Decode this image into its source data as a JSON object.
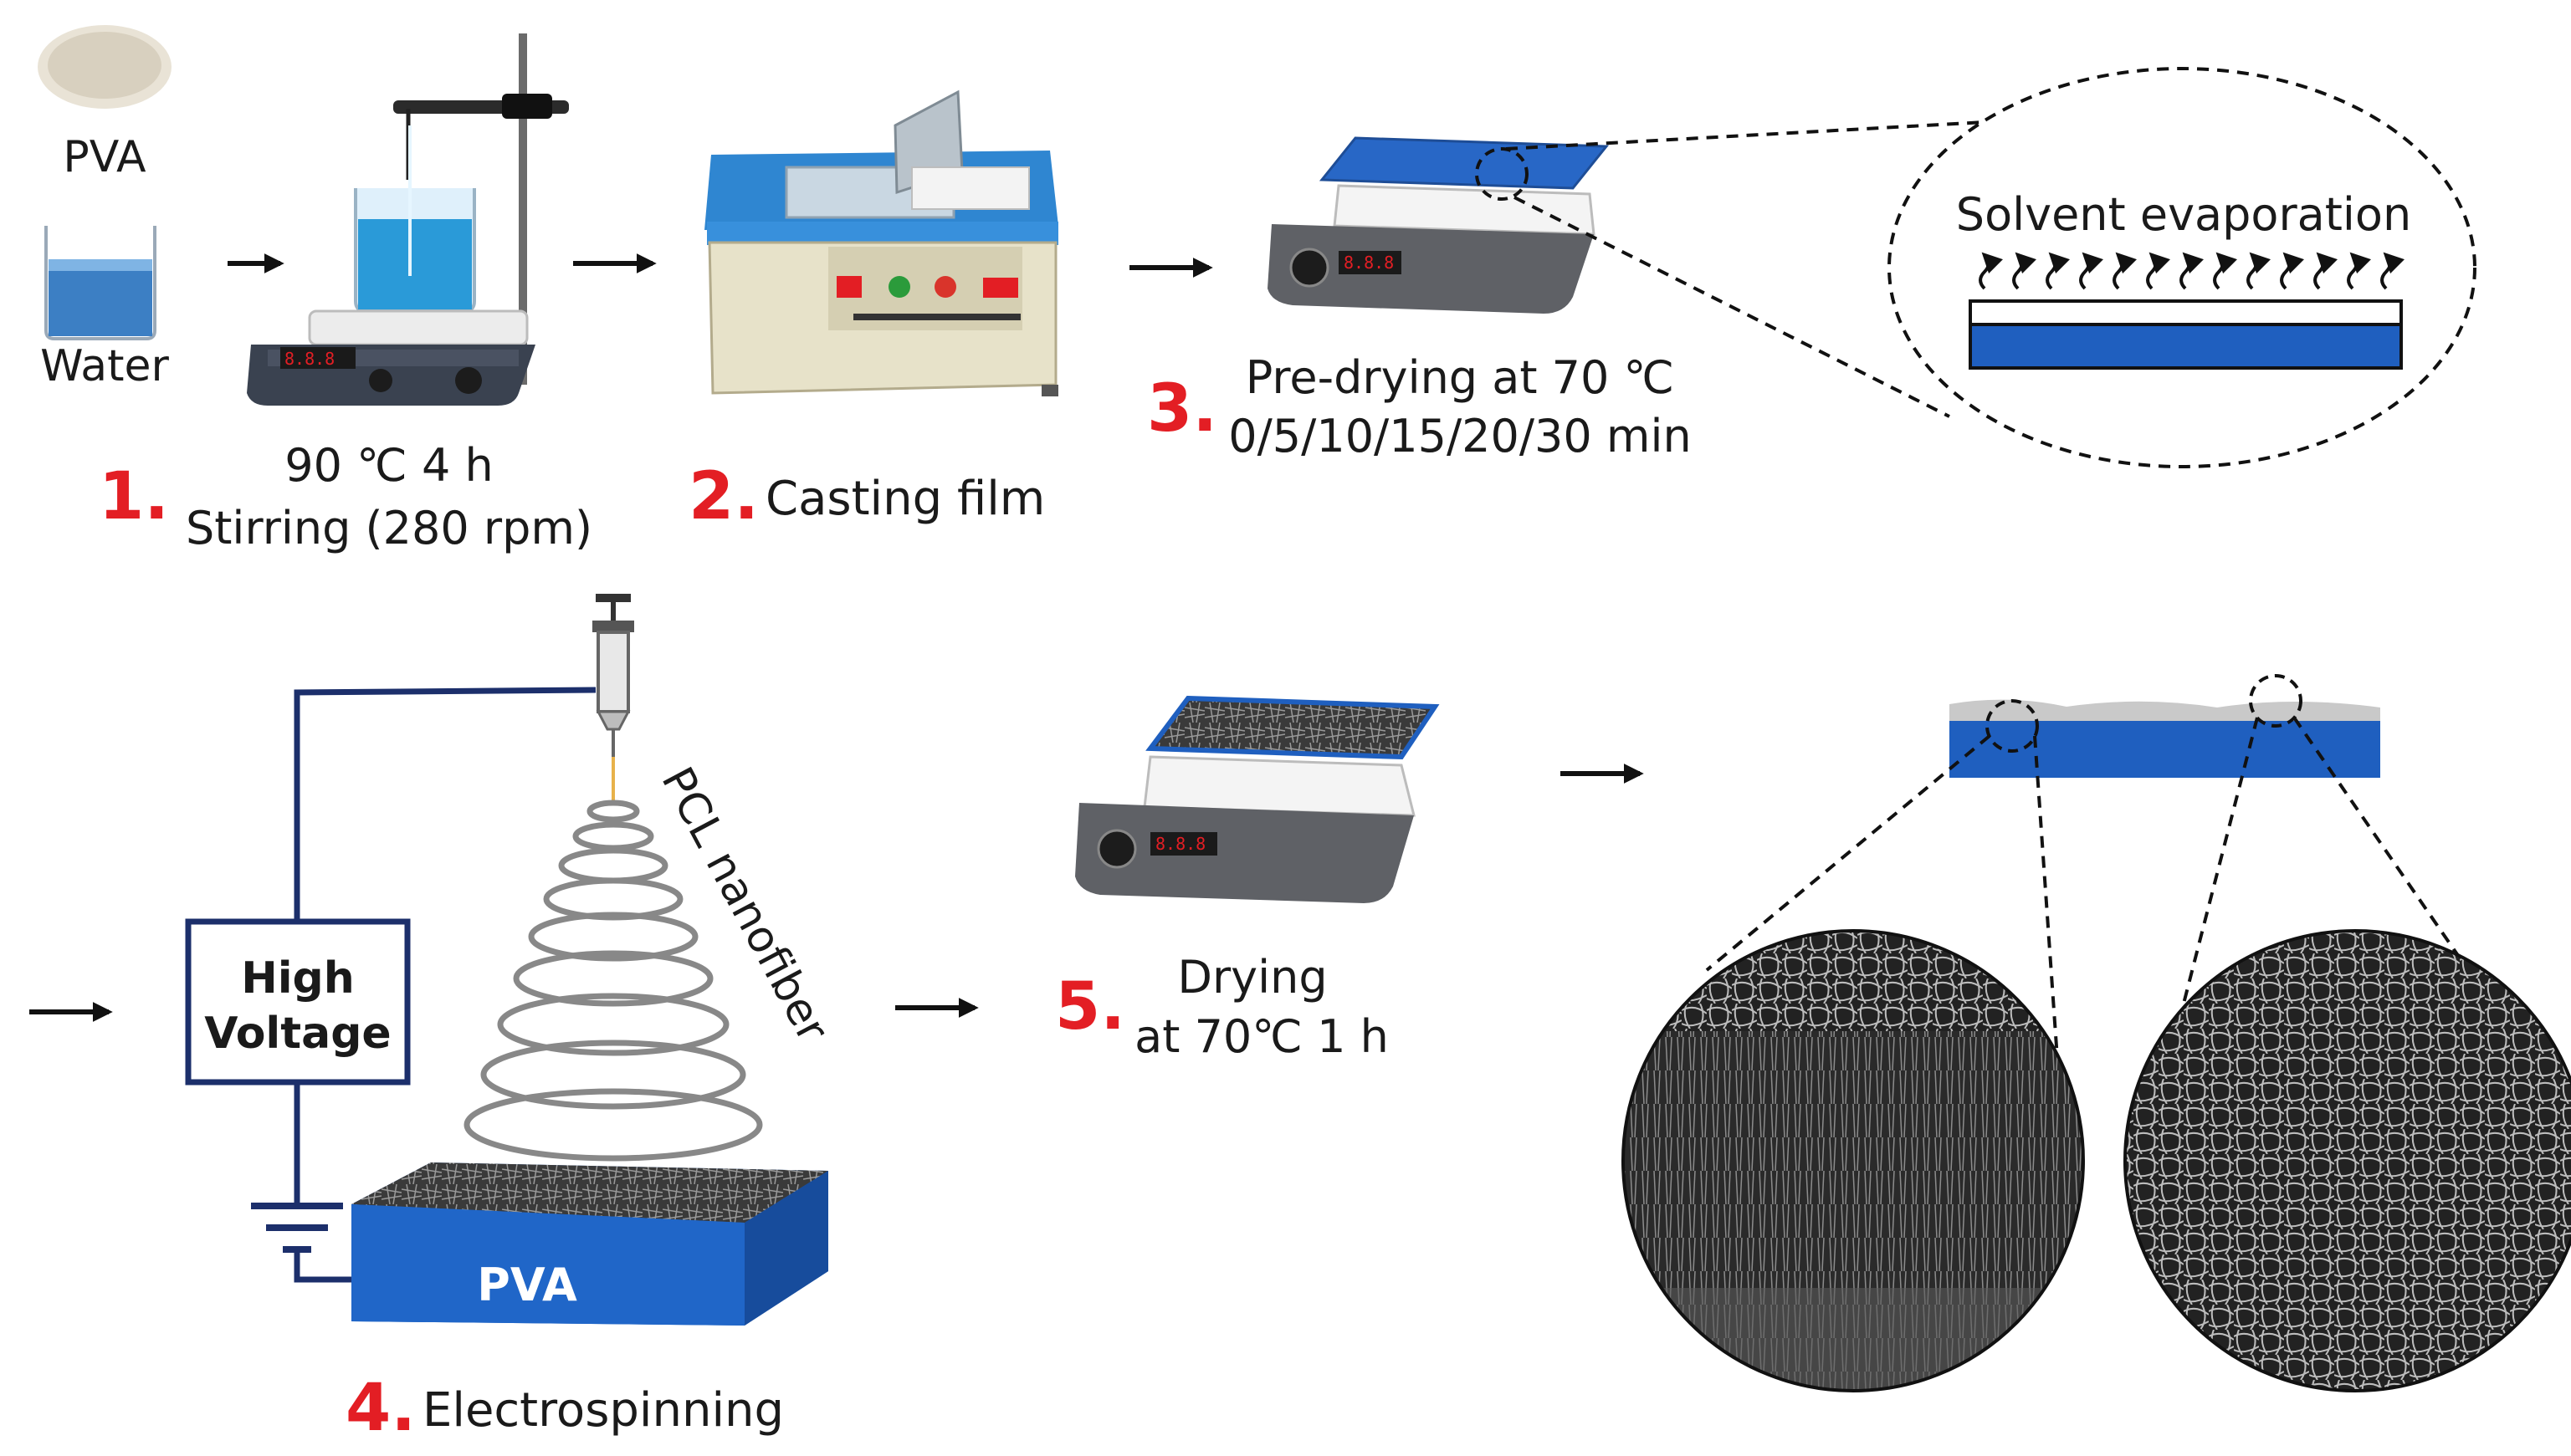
{
  "materials": {
    "pva": "PVA",
    "water": "Water"
  },
  "step1": {
    "number": "1.",
    "line1": "90 ℃ 4 h",
    "line2": "Stirring (280 rpm)"
  },
  "step2": {
    "number": "2.",
    "label": "Casting film"
  },
  "step3": {
    "number": "3.",
    "line1": "Pre-drying at 70 ℃",
    "line2": "0/5/10/15/20/30 min"
  },
  "zoom": {
    "label": "Solvent evaporation"
  },
  "step4": {
    "number": "4.",
    "label": "Electrospinning",
    "voltage_line1": "High",
    "voltage_line2": "Voltage",
    "fiber_label": "PCL nanofiber",
    "substrate_label": "PVA"
  },
  "step5": {
    "number": "5.",
    "line1": "Drying",
    "line2": "at 70℃ 1 h"
  },
  "colors": {
    "step_number": "#e31e24",
    "film_blue": "#1f5fbf",
    "wire": "#1c2f6b",
    "arrow": "#111111"
  }
}
